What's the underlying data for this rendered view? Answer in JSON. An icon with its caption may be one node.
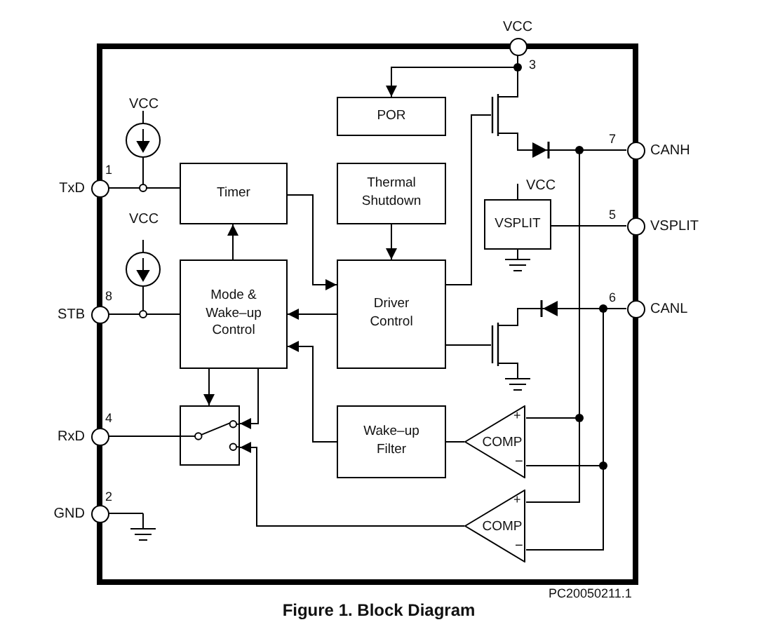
{
  "diagram": {
    "caption": "Figure 1. Block Diagram",
    "nodes": [
      {
        "text": [],
        "shape": "box"
      },
      {
        "text": [
          "VCC"
        ],
        "beside": [
          "3"
        ]
      },
      {
        "text": [
          "POR"
        ],
        "in": 0
      },
      {
        "text": [
          "TxD"
        ],
        "beside": [
          "1"
        ]
      },
      {
        "text": [
          "Timer"
        ],
        "in": 0
      },
      {
        "text": [
          "Thermal Shutdown"
        ],
        "in": 0
      },
      {
        "text": [],
        "shape": "transistor",
        "in": 0
      },
      {
        "text": [
          "CANH"
        ],
        "beside": [
          "7"
        ]
      },
      {
        "text": [
          "VSPLIT"
        ],
        "in": 0
      },
      {
        "text": [
          "VSPLIT"
        ],
        "beside": [
          "5"
        ]
      },
      {
        "text": [
          "STB"
        ],
        "beside": [
          "8"
        ]
      },
      {
        "text": [
          "Mode & Wake–up Control"
        ],
        "in": 0
      },
      {
        "text": [
          "Driver Control"
        ],
        "in": 0
      },
      {
        "text": [],
        "shape": "transistor",
        "in": 0
      },
      {
        "text": [
          "CANL"
        ],
        "beside": [
          "6"
        ]
      },
      {
        "text": [
          "RxD"
        ],
        "beside": [
          "4"
        ]
      },
      {
        "text": [],
        "shape": "switch",
        "in": 0
      },
      {
        "text": [
          "Wake–up Filter"
        ],
        "in": 0
      },
      {
        "text": [
          "COMP"
        ],
        "in": 0
      },
      {
        "text": [
          "COMP"
        ],
        "in": 0
      },
      {
        "text": [
          "GND"
        ],
        "beside": [
          "2"
        ]
      },
      {
        "text": [],
        "shape": "diode",
        "in": 0
      },
      {
        "text": [],
        "shape": "diode",
        "in": 0
      }
    ],
    "edges": [
      {
        "from": 1,
        "to": 2,
        "arrow": "to"
      },
      {
        "from": 1,
        "to": 6,
        "arrow": "none"
      },
      {
        "from": 3,
        "to": 4,
        "arrow": "none"
      },
      {
        "from": 4,
        "to": 12,
        "arrow": "to"
      },
      {
        "from": 5,
        "to": 12,
        "arrow": "to"
      },
      {
        "from": 12,
        "to": 6,
        "arrow": "none"
      },
      {
        "from": 6,
        "to": 21,
        "arrow": "none"
      },
      {
        "from": 8,
        "to": 9,
        "arrow": "none"
      },
      {
        "from": 10,
        "to": 11,
        "arrow": "none"
      },
      {
        "from": 11,
        "to": 4,
        "arrow": "to"
      },
      {
        "from": 12,
        "to": 11,
        "arrow": "to"
      },
      {
        "from": 12,
        "to": 13,
        "arrow": "none"
      },
      {
        "from": 13,
        "to": 22,
        "arrow": "none"
      },
      {
        "from": 11,
        "to": 16,
        "arrow": "to"
      },
      {
        "from": 11,
        "to": 16,
        "arrow": "to"
      },
      {
        "from": 17,
        "to": 11,
        "arrow": "to"
      },
      {
        "from": 16,
        "to": 15,
        "arrow": "none"
      },
      {
        "from": 18,
        "to": 17,
        "arrow": "none"
      },
      {
        "from": 7,
        "to": 18,
        "arrow": "none"
      },
      {
        "from": 14,
        "to": 18,
        "arrow": "none"
      },
      {
        "from": 19,
        "to": 16,
        "arrow": "to"
      },
      {
        "from": 7,
        "to": 19,
        "arrow": "none"
      },
      {
        "from": 14,
        "to": 19,
        "arrow": "none"
      },
      {
        "from": 21,
        "to": 7,
        "arrow": "none"
      },
      {
        "from": 22,
        "to": 14,
        "arrow": "none"
      }
    ],
    "labels": [
      "VCC",
      "VCC",
      "VCC",
      "+",
      "−",
      "+",
      "−",
      "PC20050211.1"
    ]
  }
}
